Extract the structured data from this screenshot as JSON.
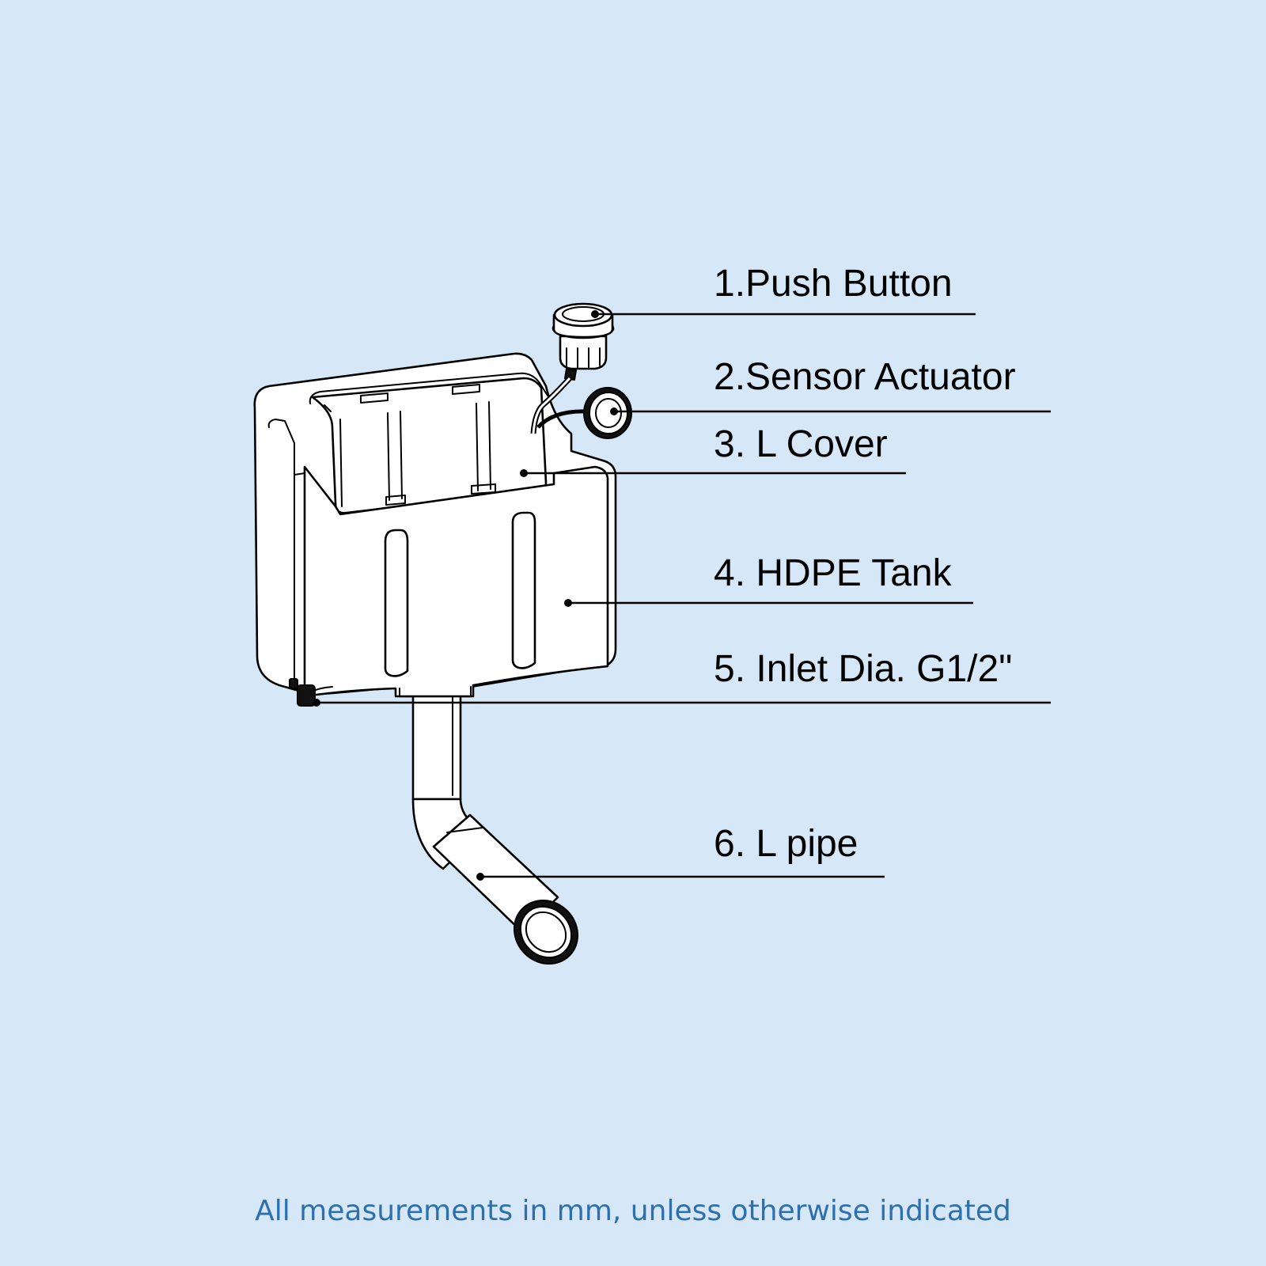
{
  "colors": {
    "background": "#d6e7f7",
    "footer_text": "#2e6fae",
    "line": "#000000"
  },
  "callouts": [
    {
      "id": "push-button",
      "label": "1.Push Button"
    },
    {
      "id": "sensor-actuator",
      "label": "2.Sensor Actuator"
    },
    {
      "id": "l-cover",
      "label": "3. L Cover"
    },
    {
      "id": "hdpe-tank",
      "label": "4. HDPE Tank"
    },
    {
      "id": "inlet",
      "label": "5. Inlet Dia. G1/2\""
    },
    {
      "id": "l-pipe",
      "label": "6.  L pipe"
    }
  ],
  "footer": {
    "note": "All measurements in mm, unless otherwise indicated"
  }
}
